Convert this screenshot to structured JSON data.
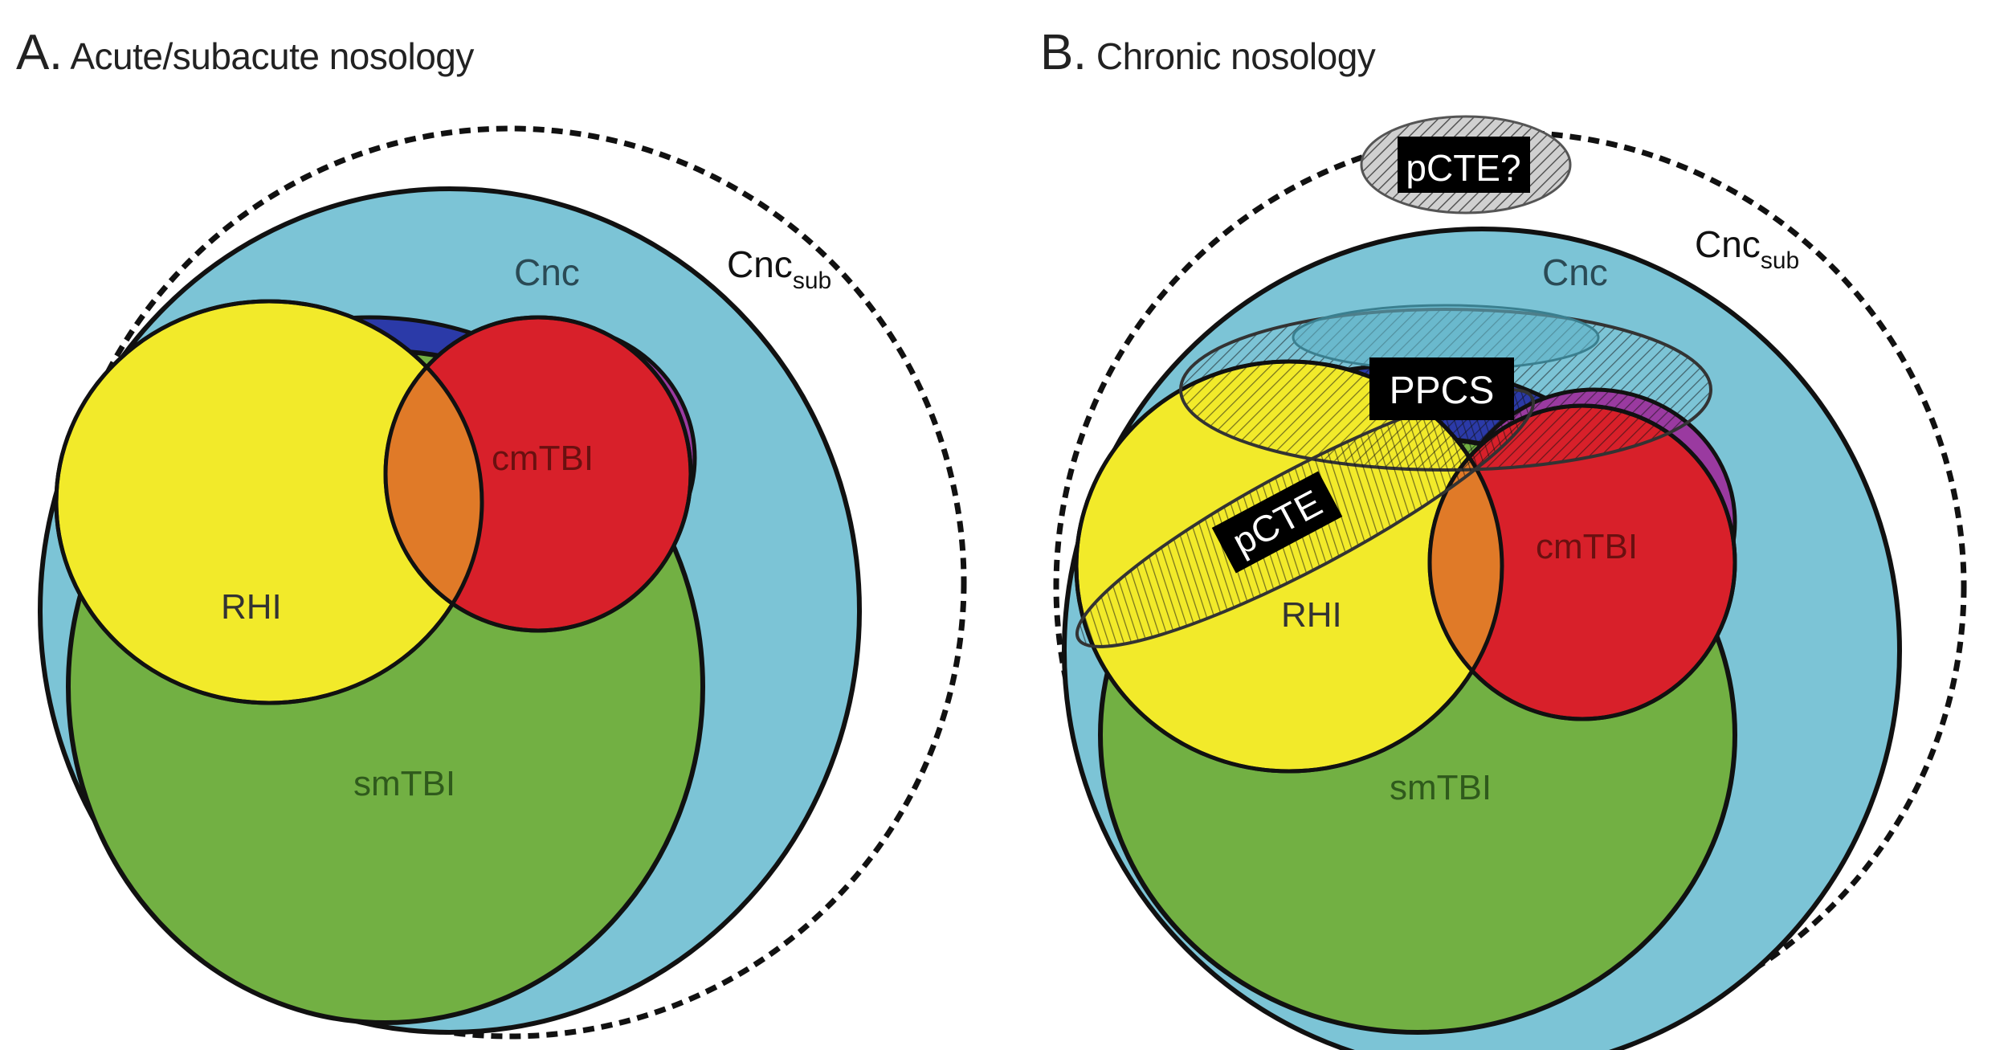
{
  "panels": [
    {
      "letter": "A.",
      "title": "Acute/subacute nosology",
      "labels": {
        "cnc_sub": "Cnc",
        "cnc_sub_subscript": "sub",
        "cnc": "Cnc",
        "rhi": "RHI",
        "cmtbi": "cmTBI",
        "smtbi": "smTBI"
      }
    },
    {
      "letter": "B.",
      "title": "Chronic nosology",
      "labels": {
        "cnc_sub": "Cnc",
        "cnc_sub_subscript": "sub",
        "cnc": "Cnc",
        "rhi": "RHI",
        "cmtbi": "cmTBI",
        "smtbi": "smTBI",
        "ppcs": "PPCS",
        "pcte": "pCTE",
        "pcte_question": "pCTE?"
      }
    }
  ],
  "colors": {
    "cnc": "#7cc4d6",
    "smtbi": "#72b043",
    "rhi": "#f2ea2a",
    "cmtbi": "#d8202a",
    "overlap_rhi_cmtbi": "#e07a28",
    "blue_region": "#2b3aa8",
    "purple_region": "#9a3aa0",
    "outline": "#111111",
    "label_box": "#000000",
    "label_box_text": "#ffffff"
  }
}
